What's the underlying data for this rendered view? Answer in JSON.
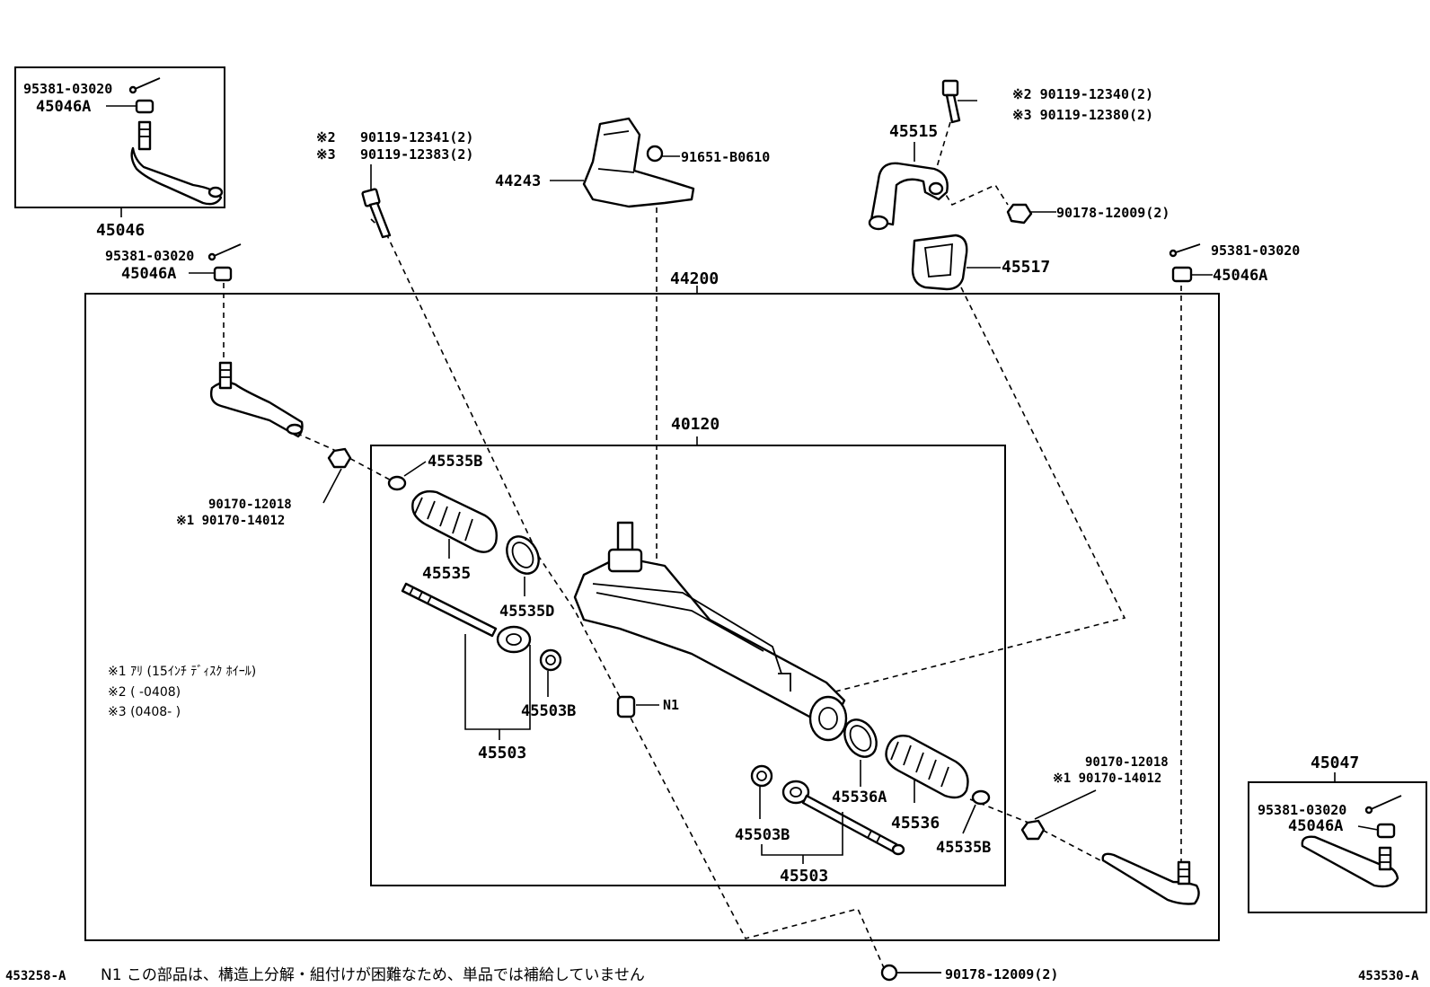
{
  "labels": {
    "p95381_tl": "95381-03020",
    "p45046a_tl": "45046A",
    "p45046": "45046",
    "p95381_l2": "95381-03020",
    "p45046a_l2": "45046A",
    "n2_a": "※2",
    "n3_a": "※3",
    "p90119_12341": "90119-12341(2)",
    "p90119_12383": "90119-12383(2)",
    "p44243": "44243",
    "p91651": "91651-B0610",
    "p44200": "44200",
    "p40120": "40120",
    "n2_b": "※2 90119-12340(2)",
    "n3_b": "※3 90119-12380(2)",
    "p45515": "45515",
    "p90178_top": "90178-12009(2)",
    "p45517": "45517",
    "p95381_r": "95381-03020",
    "p45046a_r": "45046A",
    "p45535b_l": "45535B",
    "p90170_l1": "90170-12018",
    "p90170_l2": "※1 90170-14012",
    "p45535": "45535",
    "p45535d": "45535D",
    "p45503b_l": "45503B",
    "p45503_l": "45503",
    "n1": "N1",
    "p45536a": "45536A",
    "p45536": "45536",
    "p45535b_r": "45535B",
    "p45503b_r": "45503B",
    "p45503_r": "45503",
    "p90170_r1": "90170-12018",
    "p90170_r2": "※1 90170-14012",
    "p45047": "45047",
    "p95381_br": "95381-03020",
    "p45046a_br": "45046A",
    "p90178_bot": "90178-12009(2)"
  },
  "notes": {
    "note1": "※1 ｱﾘ (15ｲﾝﾁ ﾃﾞｨｽｸ ﾎｲｰﾙ)",
    "note2": "※2 (       -0408)",
    "note3": "※3 (0408-       )"
  },
  "footer": {
    "left_code": "453258-A",
    "n1_text": "N1 この部品は、構造上分解・組付けが困難なため、単品では補給していません",
    "right_code": "453530-A"
  }
}
